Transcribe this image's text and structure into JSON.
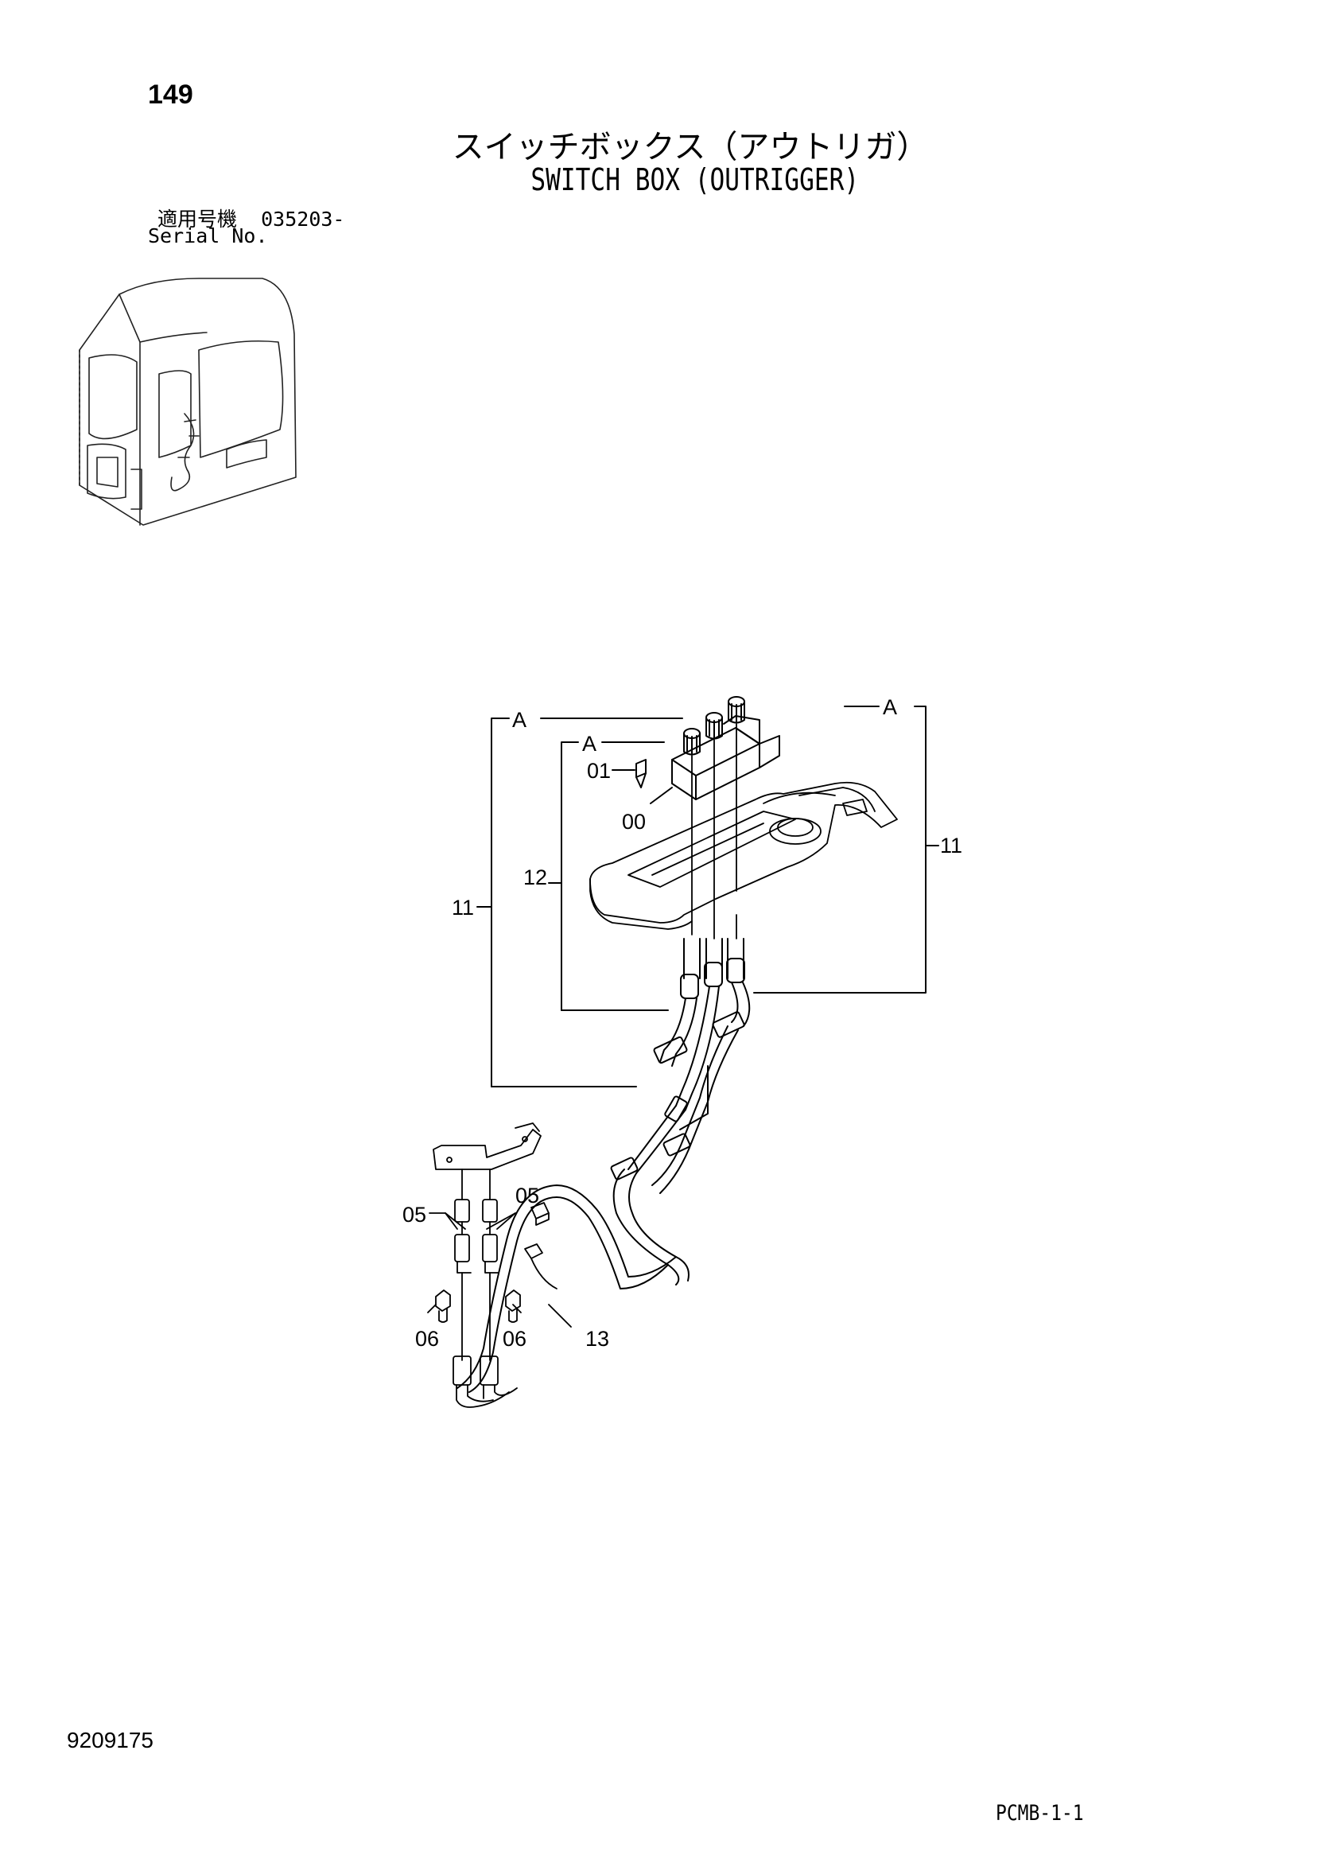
{
  "header": {
    "page_number": "149",
    "title_jp": "スイッチボックス（アウトリガ）",
    "title_en": "SWITCH BOX (OUTRIGGER)",
    "serial_label_jp": "適用号機",
    "serial_value": "035203-",
    "serial_label_en": "Serial No."
  },
  "callouts": {
    "a_left": "A",
    "a_right": "A",
    "a_inner": "A",
    "p01": "01",
    "p00": "00",
    "p11_left": "11",
    "p11_right": "11",
    "p12": "12",
    "p05_left": "05",
    "p05_right": "05",
    "p06_left": "06",
    "p06_right": "06",
    "p13": "13"
  },
  "footer": {
    "doc_number": "9209175",
    "page_code": "PCMB-1-1"
  }
}
